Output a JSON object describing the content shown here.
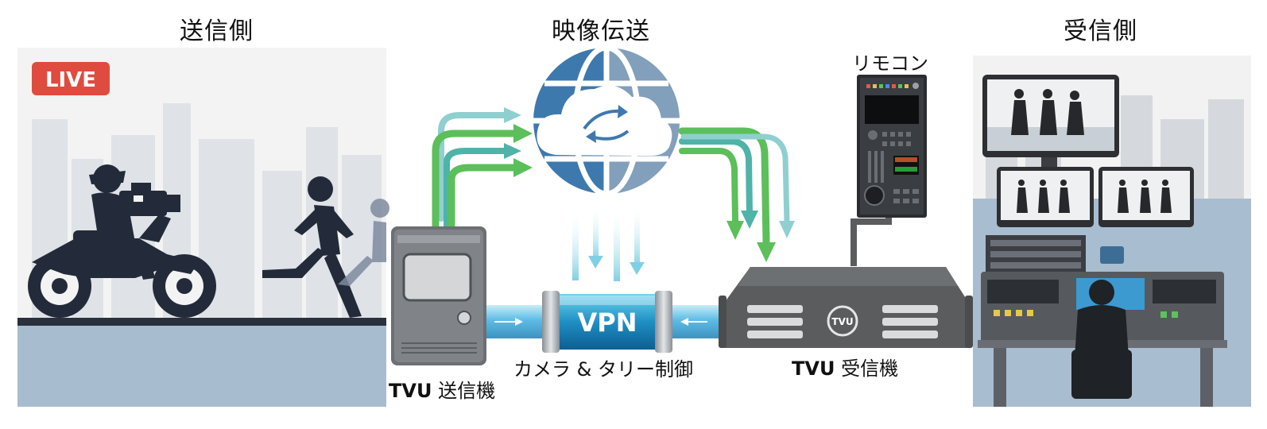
{
  "sections": {
    "sender": "送信側",
    "transmission": "映像伝送",
    "receiver": "受信側"
  },
  "badges": {
    "live": "LIVE",
    "vpn": "VPN",
    "tvu_logo": "TVU"
  },
  "labels": {
    "remote": "リモコン",
    "camera_tally": "カメラ & タリー制御",
    "transmitter_brand": "TVU",
    "transmitter_word": "送信機",
    "receiver_brand": "TVU",
    "receiver_word": "受信機"
  },
  "colors": {
    "live_badge": "#e04b3f",
    "globe": "#3e79ad",
    "arrow_green": "#5cbf5a",
    "arrow_teal": "#4fb3a8",
    "device_gray": "#5a5c5e",
    "sky": "#a9bdd0"
  }
}
